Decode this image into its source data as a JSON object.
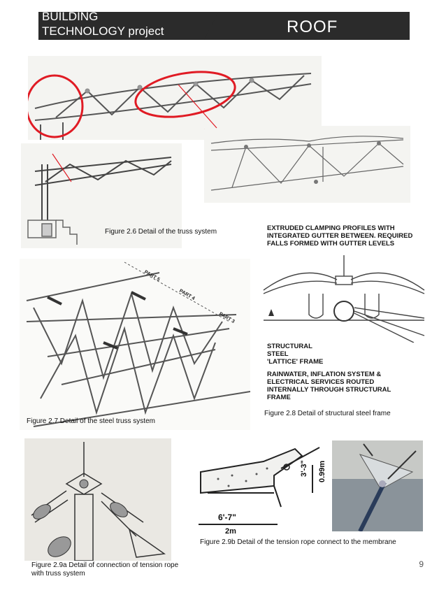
{
  "header": {
    "title": "BUILDING\nTECHNOLOGY project",
    "section": "ROOF"
  },
  "captions": {
    "fig_2_6": "Figure 2.6 Detail of the truss system",
    "fig_2_7": "Figure 2.7 Detail of the steel truss system",
    "fig_2_8": "Figure 2.8 Detail of structural steel frame",
    "fig_2_9a": "Figure 2.9a Detail of connection of tension rope\n          with truss system",
    "fig_2_9b": "Figure 2.9b Detail of the tension rope connect to the membrane"
  },
  "fig_2_8_annotations": {
    "top": "EXTRUDED CLAMPING PROFILES WITH\nINTEGRATED GUTTER BETWEEN. REQUIRED\nFALLS FORMED WITH GUTTER LEVELS",
    "middle": "STRUCTURAL\nSTEEL\n'LATTICE' FRAME",
    "bottom": "RAINWATER, INFLATION SYSTEM &\nELECTRICAL SERVICES ROUTED\nINTERNALLY THROUGH STRUCTURAL\nFRAME"
  },
  "fig_2_7_labels": [
    "PART 5",
    "PART 4",
    "PART 3"
  ],
  "fig_2_9b_dimensions": [
    "3'-3\"",
    "0.99m",
    "6'-7\"",
    "2m"
  ],
  "page_number": "9",
  "colors": {
    "header_bg": "#2b2b2b",
    "highlight_circle": "#e01b24"
  }
}
